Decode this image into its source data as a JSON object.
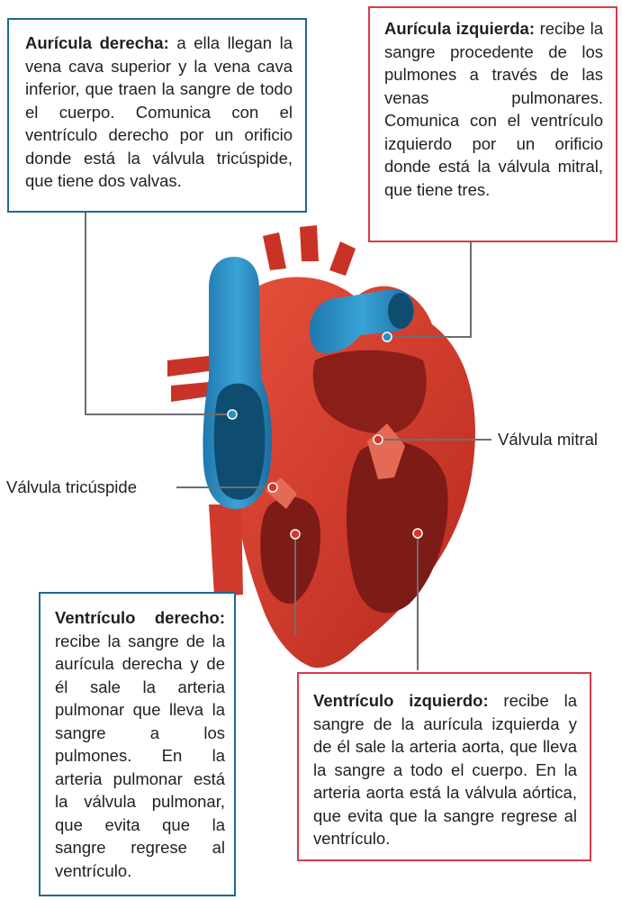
{
  "boxes": {
    "auricula_derecha": {
      "title": "Aurícula derecha:",
      "text": "a ella llegan la vena cava superior y la vena cava inferior, que traen la sangre de todo el cuerpo. Comunica con el ventrículo derecho por un orificio donde está la válvula tricúspide, que tiene dos valvas."
    },
    "auricula_izquierda": {
      "title": "Aurícula izquierda:",
      "text": "recibe la sangre procedente de los pulmones a través de las venas pulmonares. Comunica con el ventrículo izquierdo por un orificio donde está la válvula mitral, que tiene tres."
    },
    "ventriculo_derecho": {
      "title": "Ventrículo derecho:",
      "text": "recibe la sangre de la aurícula derecha y de él sale la arteria pulmonar que lleva la sangre a los pulmones. En la arteria pulmonar está la válvula pulmonar, que evita que la sangre regrese al ventrículo."
    },
    "ventriculo_izquierdo": {
      "title": "Ventrículo izquierdo:",
      "text": "recibe la sangre de la aurícula izquierda y de él sale la arteria aorta, que lleva la sangre a todo el cuerpo. En la arteria aorta está la válvula aórtica, que evita que la sangre regrese al ventrículo."
    }
  },
  "labels": {
    "valvula_mitral": "Válvula mitral",
    "valvula_tricuspide": "Válvula tricúspide"
  },
  "colors": {
    "blue_border": "#1d6a93",
    "red_border": "#d93a45",
    "heart_red": "#d6372a",
    "vessel_blue": "#2a8fc4",
    "chamber_dark": "#8a1f1a"
  },
  "illustration": "heart-cross-section"
}
